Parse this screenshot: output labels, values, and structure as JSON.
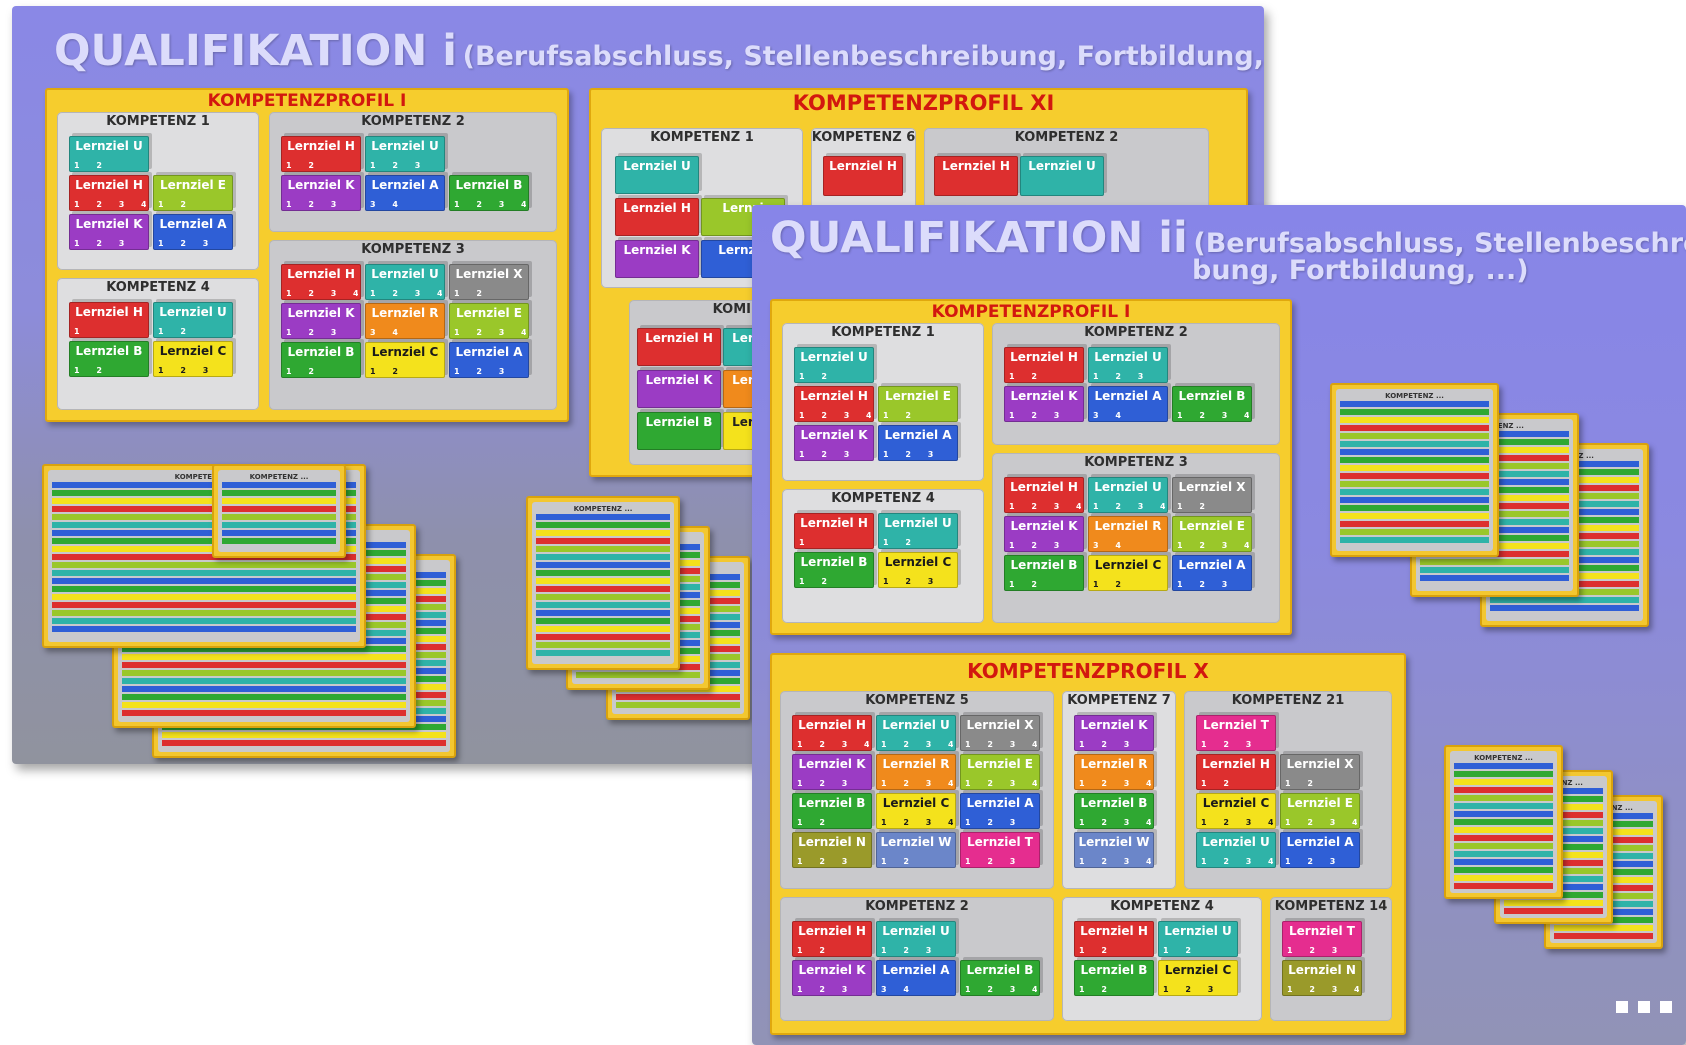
{
  "panels": {
    "q1": {
      "title": "QUALIFIKATION i",
      "subtitle": "(Berufsabschluss, Stellenbeschreibung, Fortbildung, ...)",
      "profile_a": {
        "title": "KOMPETENZPROFIL I",
        "comps": [
          {
            "title": "KOMPETENZ 1",
            "blocks": [
              {
                "label": "Lernziel U",
                "nums": "1 2",
                "color": "#2fb3a8"
              },
              {
                "label": "Lernziel H",
                "nums": "1 2 3 4",
                "color": "#dd2f2f"
              },
              {
                "label": "Lernziel E",
                "nums": "1 2",
                "color": "#9ac72a"
              },
              {
                "label": "Lernziel K",
                "nums": "1 2 3",
                "color": "#9b3cc4"
              },
              {
                "label": "Lernziel A",
                "nums": "1 2 3",
                "color": "#2f5fd6"
              }
            ]
          },
          {
            "title": "KOMPETENZ 2",
            "blocks": [
              {
                "label": "Lernziel H",
                "nums": "1 2",
                "color": "#dd2f2f"
              },
              {
                "label": "Lernziel U",
                "nums": "1 2 3",
                "color": "#2fb3a8"
              },
              {
                "label": "Lernziel K",
                "nums": "1 2 3",
                "color": "#9b3cc4"
              },
              {
                "label": "Lernziel A",
                "nums": "3 4",
                "color": "#2f5fd6"
              },
              {
                "label": "Lernziel B",
                "nums": "1 2 3 4",
                "color": "#2fa832"
              }
            ]
          },
          {
            "title": "KOMPETENZ 3",
            "blocks": [
              {
                "label": "Lernziel H",
                "nums": "1 2 3 4",
                "color": "#dd2f2f"
              },
              {
                "label": "Lernziel U",
                "nums": "1 2 3 4",
                "color": "#2fb3a8"
              },
              {
                "label": "Lernziel X",
                "nums": "1 2",
                "color": "#8a8a8a"
              },
              {
                "label": "Lernziel K",
                "nums": "1 2 3",
                "color": "#9b3cc4"
              },
              {
                "label": "Lernziel R",
                "nums": "3 4",
                "color": "#f08a1c"
              },
              {
                "label": "Lernziel E",
                "nums": "1 2 3 4",
                "color": "#9ac72a"
              },
              {
                "label": "Lernziel B",
                "nums": "1 2",
                "color": "#2fa832"
              },
              {
                "label": "Lernziel C",
                "nums": "1 2",
                "color": "#f4e21c"
              },
              {
                "label": "Lernziel A",
                "nums": "1 2 3",
                "color": "#2f5fd6"
              }
            ]
          },
          {
            "title": "KOMPETENZ 4",
            "blocks": [
              {
                "label": "Lernziel H",
                "nums": "1",
                "color": "#dd2f2f"
              },
              {
                "label": "Lernziel U",
                "nums": "1 2",
                "color": "#2fb3a8"
              },
              {
                "label": "Lernziel B",
                "nums": "1 2",
                "color": "#2fa832"
              },
              {
                "label": "Lernziel C",
                "nums": "1 2 3",
                "color": "#f4e21c"
              }
            ]
          }
        ]
      },
      "profile_b": {
        "title": "KOMPETENZPROFIL XI",
        "comp1_title": "KOMPETENZ 1",
        "comp6_title": "KOMPETENZ 6",
        "comp2_title": "KOMPETENZ 2",
        "comp_partial": "KOMI",
        "labels": [
          "Lernziel U",
          "Lernziel H",
          "Lernzi",
          "Lernziel K",
          "Lernzie",
          "Lernziel H",
          "Lernziel U",
          "Lernziel H",
          "Ler",
          "Lernziel K",
          "Ler",
          "Lernziel B",
          "Ler"
        ]
      },
      "thumb_caption": "KOMPETENZ ..."
    },
    "q2": {
      "title": "QUALIFIKATION ii",
      "subtitle_l1": "(Berufsabschluss, Stellenbeschrei-",
      "subtitle_l2": "bung, Fortbildung, ...)",
      "profile_a": {
        "title": "KOMPETENZPROFIL I",
        "comps": [
          {
            "title": "KOMPETENZ 1",
            "blocks": [
              {
                "label": "Lernziel U",
                "nums": "1 2",
                "color": "#2fb3a8"
              },
              {
                "label": "Lernziel H",
                "nums": "1 2 3 4",
                "color": "#dd2f2f"
              },
              {
                "label": "Lernziel E",
                "nums": "1 2",
                "color": "#9ac72a"
              },
              {
                "label": "Lernziel K",
                "nums": "1 2 3",
                "color": "#9b3cc4"
              },
              {
                "label": "Lernziel A",
                "nums": "1 2 3",
                "color": "#2f5fd6"
              }
            ]
          },
          {
            "title": "KOMPETENZ 2",
            "blocks": [
              {
                "label": "Lernziel H",
                "nums": "1 2",
                "color": "#dd2f2f"
              },
              {
                "label": "Lernziel U",
                "nums": "1 2 3",
                "color": "#2fb3a8"
              },
              {
                "label": "Lernziel K",
                "nums": "1 2 3",
                "color": "#9b3cc4"
              },
              {
                "label": "Lernziel A",
                "nums": "3 4",
                "color": "#2f5fd6"
              },
              {
                "label": "Lernziel B",
                "nums": "1 2 3 4",
                "color": "#2fa832"
              }
            ]
          },
          {
            "title": "KOMPETENZ 3",
            "blocks": [
              {
                "label": "Lernziel H",
                "nums": "1 2 3 4",
                "color": "#dd2f2f"
              },
              {
                "label": "Lernziel U",
                "nums": "1 2 3 4",
                "color": "#2fb3a8"
              },
              {
                "label": "Lernziel X",
                "nums": "1 2",
                "color": "#8a8a8a"
              },
              {
                "label": "Lernziel K",
                "nums": "1 2 3",
                "color": "#9b3cc4"
              },
              {
                "label": "Lernziel R",
                "nums": "3 4",
                "color": "#f08a1c"
              },
              {
                "label": "Lernziel E",
                "nums": "1 2 3 4",
                "color": "#9ac72a"
              },
              {
                "label": "Lernziel B",
                "nums": "1 2",
                "color": "#2fa832"
              },
              {
                "label": "Lernziel C",
                "nums": "1 2",
                "color": "#f4e21c"
              },
              {
                "label": "Lernziel A",
                "nums": "1 2 3",
                "color": "#2f5fd6"
              }
            ]
          },
          {
            "title": "KOMPETENZ 4",
            "blocks": [
              {
                "label": "Lernziel H",
                "nums": "1",
                "color": "#dd2f2f"
              },
              {
                "label": "Lernziel U",
                "nums": "1 2",
                "color": "#2fb3a8"
              },
              {
                "label": "Lernziel B",
                "nums": "1 2",
                "color": "#2fa832"
              },
              {
                "label": "Lernziel C",
                "nums": "1 2 3",
                "color": "#f4e21c"
              }
            ]
          }
        ]
      },
      "profile_x": {
        "title": "KOMPETENZPROFIL X",
        "comps": [
          {
            "title": "KOMPETENZ 5",
            "blocks": [
              {
                "label": "Lernziel H",
                "nums": "1 2 3 4",
                "color": "#dd2f2f"
              },
              {
                "label": "Lernziel U",
                "nums": "1 2 3 4",
                "color": "#2fb3a8"
              },
              {
                "label": "Lernziel X",
                "nums": "1 2 3 4",
                "color": "#8a8a8a"
              },
              {
                "label": "Lernziel K",
                "nums": "1 2 3",
                "color": "#9b3cc4"
              },
              {
                "label": "Lernziel R",
                "nums": "1 2 3 4",
                "color": "#f08a1c"
              },
              {
                "label": "Lernziel E",
                "nums": "1 2 3 4",
                "color": "#9ac72a"
              },
              {
                "label": "Lernziel B",
                "nums": "1 2",
                "color": "#2fa832"
              },
              {
                "label": "Lernziel C",
                "nums": "1 2 3 4",
                "color": "#f4e21c"
              },
              {
                "label": "Lernziel A",
                "nums": "1 2 3",
                "color": "#2f5fd6"
              },
              {
                "label": "Lernziel N",
                "nums": "1 2 3",
                "color": "#9a9a2a"
              },
              {
                "label": "Lernziel W",
                "nums": "1 2",
                "color": "#6b86c9"
              },
              {
                "label": "Lernziel T",
                "nums": "1 2 3",
                "color": "#e52d8f"
              }
            ]
          },
          {
            "title": "KOMPETENZ 7",
            "blocks": [
              {
                "label": "Lernziel K",
                "nums": "1 2 3",
                "color": "#9b3cc4"
              },
              {
                "label": "Lernziel R",
                "nums": "1 2 3 4",
                "color": "#f08a1c"
              },
              {
                "label": "Lernziel B",
                "nums": "1 2 3 4",
                "color": "#2fa832"
              },
              {
                "label": "Lernziel W",
                "nums": "1 2 3 4",
                "color": "#6b86c9"
              }
            ]
          },
          {
            "title": "KOMPETENZ 21",
            "blocks": [
              {
                "label": "Lernziel T",
                "nums": "1 2 3",
                "color": "#e52d8f"
              },
              {
                "label": "Lernziel H",
                "nums": "1 2",
                "color": "#dd2f2f"
              },
              {
                "label": "Lernziel X",
                "nums": "1 2",
                "color": "#8a8a8a"
              },
              {
                "label": "Lernziel C",
                "nums": "1 2 3 4",
                "color": "#f4e21c"
              },
              {
                "label": "Lernziel E",
                "nums": "1 2 3 4",
                "color": "#9ac72a"
              },
              {
                "label": "Lernziel U",
                "nums": "1 2 3 4",
                "color": "#2fb3a8"
              },
              {
                "label": "Lernziel A",
                "nums": "1 2 3",
                "color": "#2f5fd6"
              }
            ]
          },
          {
            "title": "KOMPETENZ 2",
            "blocks": [
              {
                "label": "Lernziel H",
                "nums": "1 2",
                "color": "#dd2f2f"
              },
              {
                "label": "Lernziel U",
                "nums": "1 2 3",
                "color": "#2fb3a8"
              },
              {
                "label": "Lernziel K",
                "nums": "1 2 3",
                "color": "#9b3cc4"
              },
              {
                "label": "Lernziel A",
                "nums": "3 4",
                "color": "#2f5fd6"
              },
              {
                "label": "Lernziel B",
                "nums": "1 2 3 4",
                "color": "#2fa832"
              }
            ]
          },
          {
            "title": "KOMPETENZ 4",
            "blocks": [
              {
                "label": "Lernziel H",
                "nums": "1 2",
                "color": "#dd2f2f"
              },
              {
                "label": "Lernziel U",
                "nums": "1 2",
                "color": "#2fb3a8"
              },
              {
                "label": "Lernziel B",
                "nums": "1 2",
                "color": "#2fa832"
              },
              {
                "label": "Lernziel C",
                "nums": "1 2 3",
                "color": "#f4e21c"
              }
            ]
          },
          {
            "title": "KOMPETENZ 14",
            "blocks": [
              {
                "label": "Lernziel T",
                "nums": "1 2 3",
                "color": "#e52d8f"
              },
              {
                "label": "Lernziel N",
                "nums": "1 2 3 4",
                "color": "#9a9a2a"
              }
            ]
          }
        ]
      },
      "thumb_caption": "KOMPETENZ ..."
    }
  },
  "stripe_colors": [
    "#2f5fd6",
    "#2fa832",
    "#f4e21c",
    "#dd2f2f",
    "#9ac72a",
    "#2fb3a8"
  ]
}
